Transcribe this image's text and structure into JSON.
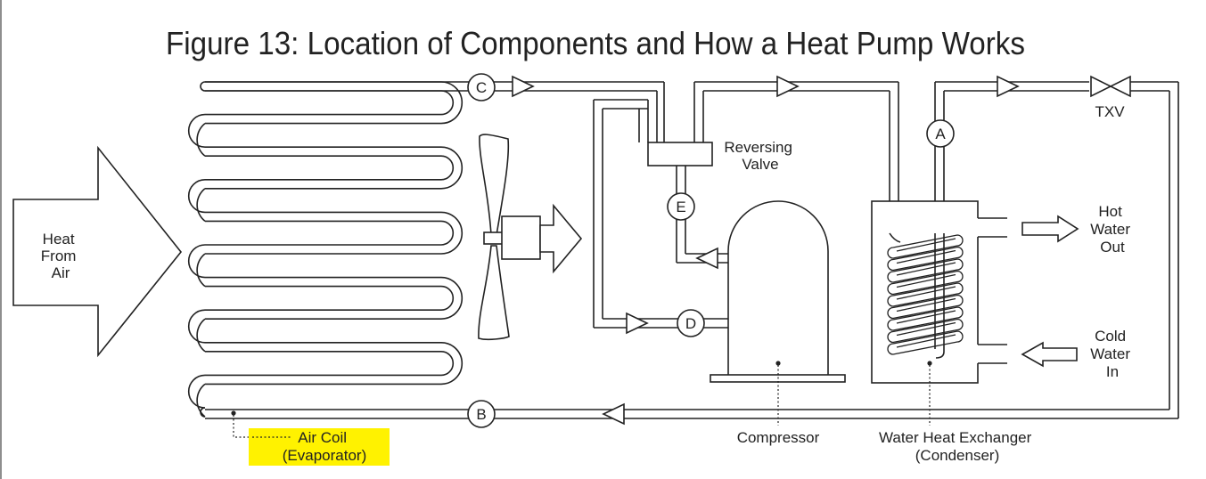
{
  "title": "Figure 13: Location of Components and How a Heat Pump Works",
  "points": [
    "A",
    "B",
    "C",
    "D",
    "E"
  ],
  "labels": {
    "heat_line1": "Heat",
    "heat_line2": "From",
    "heat_line3": "Air",
    "reversing_line1": "Reversing",
    "reversing_line2": "Valve",
    "txv": "TXV",
    "hot_line1": "Hot",
    "hot_line2": "Water",
    "hot_line3": "Out",
    "cold_line1": "Cold",
    "cold_line2": "Water",
    "cold_line3": "In",
    "air_coil_line1": "Air Coil",
    "air_coil_line2": "(Evaporator)",
    "compressor": "Compressor",
    "whe_line1": "Water Heat Exchanger",
    "whe_line2": "(Condenser)"
  },
  "colors": {
    "line": "#222222",
    "highlight": "#fff200",
    "background": "#ffffff"
  }
}
